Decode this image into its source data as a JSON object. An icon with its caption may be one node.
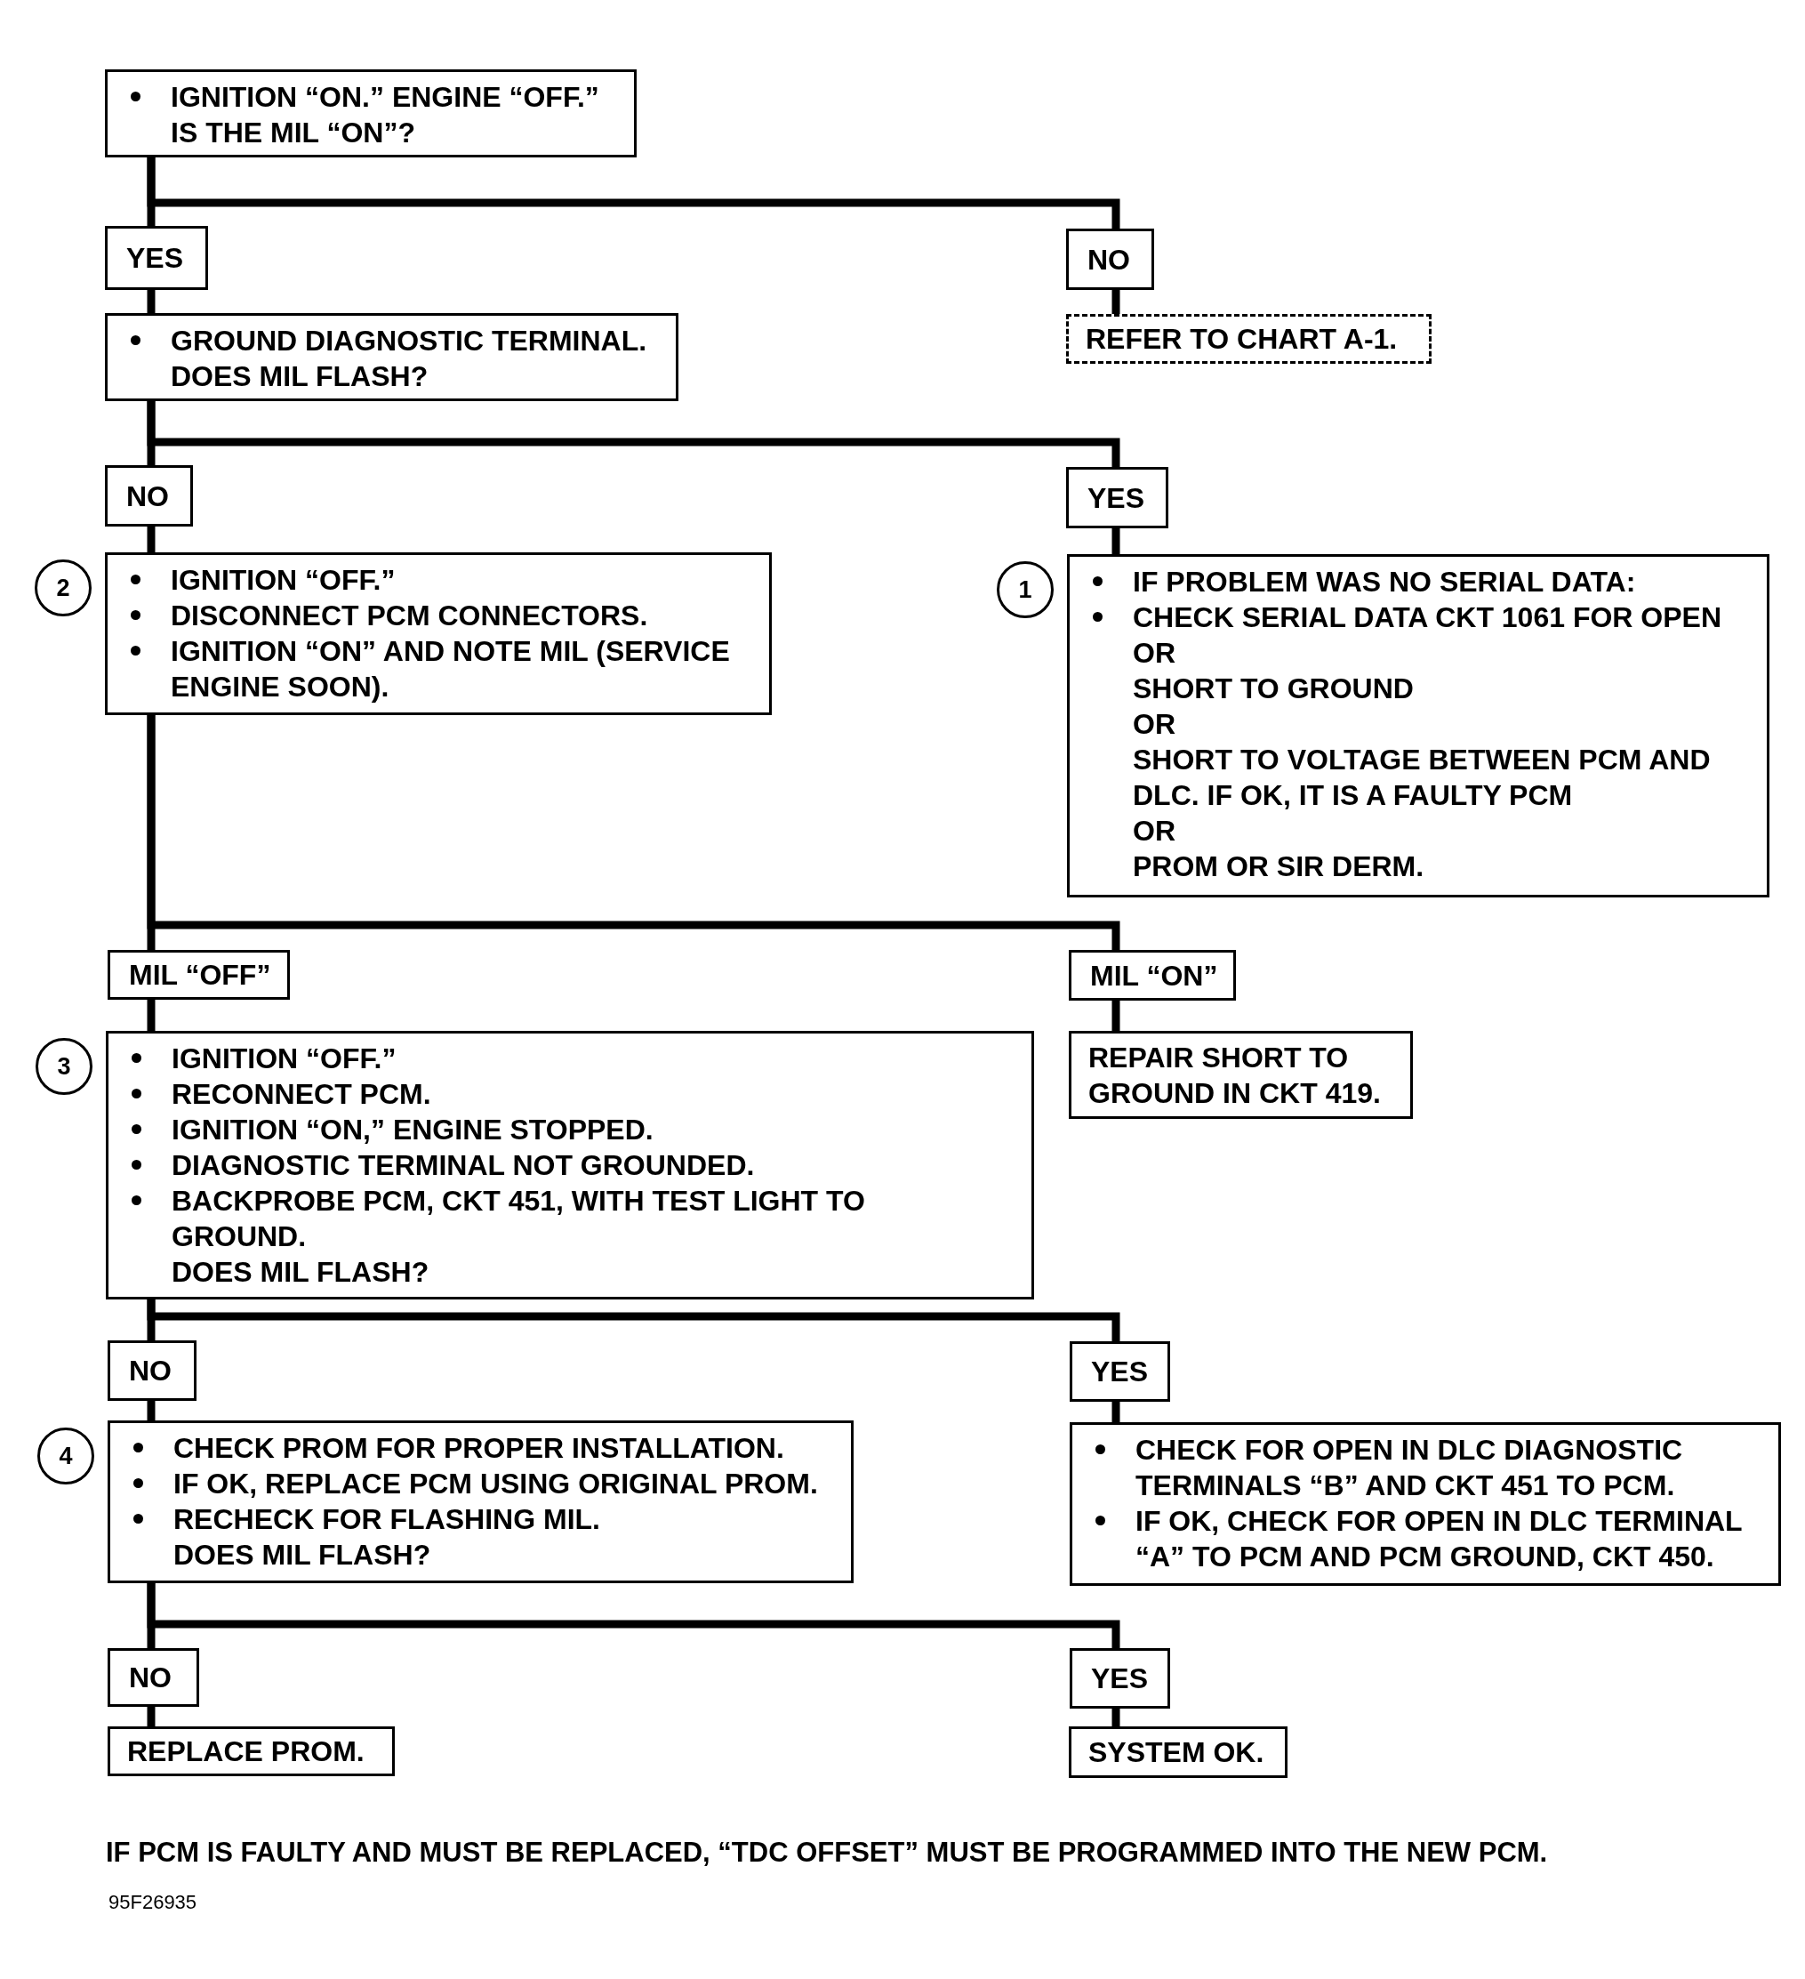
{
  "diagram": {
    "nodes": [
      {
        "text": [
          "IGNITION “ON.” ENGINE “OFF.”",
          "IS THE MIL “ON”?"
        ]
      },
      {
        "text": [
          "YES"
        ]
      },
      {
        "text": [
          "NO"
        ]
      },
      {
        "text": [
          "REFER TO CHART A-1."
        ]
      },
      {
        "text": [
          "GROUND DIAGNOSTIC TERMINAL.",
          "DOES MIL FLASH?"
        ]
      },
      {
        "text": [
          "NO"
        ]
      },
      {
        "text": [
          "YES"
        ]
      },
      {
        "text": [
          "IGNITION “OFF.”",
          "DISCONNECT PCM CONNECTORS.",
          "IGNITION “ON” AND NOTE MIL (SERVICE ENGINE SOON)."
        ],
        "beside": [
          "2"
        ]
      },
      {
        "text": [
          "IF PROBLEM WAS NO SERIAL DATA:",
          "CHECK SERIAL DATA CKT 1061 FOR OPEN",
          "OR",
          "SHORT TO GROUND",
          "OR",
          "SHORT TO VOLTAGE BETWEEN PCM AND DLC. IF OK, IT IS A FAULTY PCM",
          "OR",
          "PROM OR SIR DERM."
        ],
        "beside": [
          "1"
        ]
      },
      {
        "text": [
          "MIL “OFF”"
        ]
      },
      {
        "text": [
          "MIL “ON”"
        ]
      },
      {
        "text": [
          "IGNITION “OFF.”",
          "RECONNECT PCM.",
          "IGNITION “ON,” ENGINE STOPPED.",
          "DIAGNOSTIC TERMINAL NOT GROUNDED.",
          "BACKPROBE PCM, CKT 451, WITH TEST LIGHT TO GROUND.",
          "DOES MIL FLASH?"
        ],
        "beside": [
          "3"
        ]
      },
      {
        "text": [
          "REPAIR SHORT TO GROUND IN CKT 419."
        ]
      },
      {
        "text": [
          "NO"
        ]
      },
      {
        "text": [
          "YES"
        ]
      },
      {
        "text": [
          "CHECK PROM FOR PROPER INSTALLATION.",
          "IF OK, REPLACE PCM USING ORIGINAL PROM.",
          "RECHECK FOR FLASHING MIL.",
          "DOES MIL FLASH?"
        ],
        "beside": [
          "4"
        ]
      },
      {
        "text": [
          "CHECK FOR OPEN IN DLC DIAGNOSTIC TERMINALS “B” AND CKT 451 TO PCM.",
          "IF OK, CHECK FOR OPEN IN DLC TERMINAL “A” TO PCM AND PCM GROUND, CKT 450."
        ]
      },
      {
        "text": [
          "NO"
        ]
      },
      {
        "text": [
          "YES"
        ]
      },
      {
        "text": [
          "REPLACE PROM."
        ]
      },
      {
        "text": [
          "SYSTEM OK."
        ]
      }
    ],
    "edges": [
      {
        "from": 0,
        "to": 1,
        "arrow": "none"
      },
      {
        "from": 0,
        "to": 2,
        "arrow": "none"
      },
      {
        "from": 1,
        "to": 4,
        "arrow": "none"
      },
      {
        "from": 2,
        "to": 3,
        "arrow": "none"
      },
      {
        "from": 4,
        "to": 5,
        "arrow": "none"
      },
      {
        "from": 4,
        "to": 6,
        "arrow": "none"
      },
      {
        "from": 5,
        "to": 7,
        "arrow": "none"
      },
      {
        "from": 6,
        "to": 8,
        "arrow": "none"
      },
      {
        "from": 7,
        "to": 9,
        "arrow": "none"
      },
      {
        "from": 7,
        "to": 10,
        "arrow": "none"
      },
      {
        "from": 9,
        "to": 11,
        "arrow": "none"
      },
      {
        "from": 10,
        "to": 12,
        "arrow": "none"
      },
      {
        "from": 11,
        "to": 13,
        "arrow": "none"
      },
      {
        "from": 11,
        "to": 14,
        "arrow": "none"
      },
      {
        "from": 13,
        "to": 15,
        "arrow": "none"
      },
      {
        "from": 14,
        "to": 16,
        "arrow": "none"
      },
      {
        "from": 15,
        "to": 17,
        "arrow": "none"
      },
      {
        "from": 15,
        "to": 18,
        "arrow": "none"
      },
      {
        "from": 17,
        "to": 19,
        "arrow": "none"
      },
      {
        "from": 18,
        "to": 20,
        "arrow": "none"
      }
    ],
    "labels": [
      "IF PCM IS FAULTY AND MUST BE REPLACED, “TDC OFFSET” MUST BE PROGRAMMED INTO THE NEW PCM.",
      "95F26935"
    ]
  }
}
